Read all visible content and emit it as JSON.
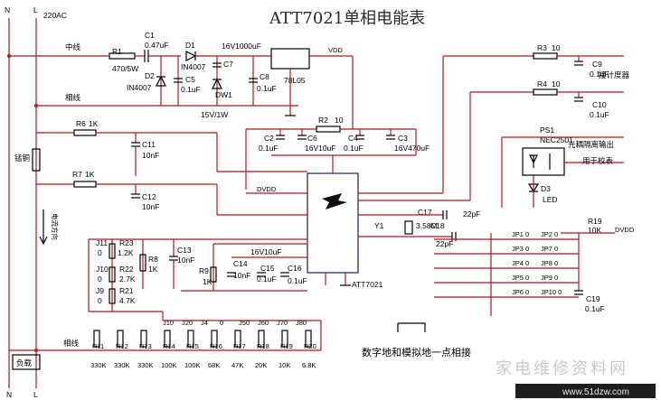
{
  "title": "ATT7021单相电能表",
  "mains": {
    "n_top": "N",
    "l_top": "L",
    "voltage": "220AC",
    "n_bot": "N",
    "l_bot": "L"
  },
  "labels": {
    "neutral": "中线",
    "phase": "相线",
    "phase2": "相线",
    "manganin": "锰铜",
    "load": "负载",
    "direction_hint": "电流方向",
    "meter_conn": "接计度器",
    "opto_out": "光耦隔离输出",
    "for_verify": "用于校表",
    "ground_note": "数字地和模拟地一点相接",
    "vdd": "VDD",
    "dvdd": "DVDD",
    "dvdd2": "DVDD",
    "watermark": "家电维修资料网",
    "watermark_url": "www.51dzw.com"
  },
  "components": {
    "r1": [
      "R1",
      "470/5W"
    ],
    "c1": [
      "C1",
      "0.47uF"
    ],
    "d1": [
      "D1",
      "IN4007"
    ],
    "d2": [
      "D2",
      "IN4007"
    ],
    "c5": [
      "C5",
      "0.1uF"
    ],
    "c7": [
      "C7",
      ""
    ],
    "dw1": [
      "DW1",
      "15V/1W"
    ],
    "c8": [
      "C8",
      "0.1uF"
    ],
    "cap16v": [
      "16V1000uF",
      ""
    ],
    "reg": [
      "78L05",
      ""
    ],
    "r6": [
      "R6",
      "1K"
    ],
    "c11": [
      "C11",
      "10nF"
    ],
    "r7": [
      "R7",
      "1K"
    ],
    "c12": [
      "C12",
      "10nF"
    ],
    "r2": [
      "R2",
      "10"
    ],
    "c2": [
      "C2",
      "0.1uF"
    ],
    "c6": [
      "C6",
      "16V10uF"
    ],
    "c4": [
      "C4",
      "0.1uF"
    ],
    "c3": [
      "C3",
      "16V470uF"
    ],
    "r3": [
      "R3",
      "10"
    ],
    "r4": [
      "R4",
      "10"
    ],
    "c9": [
      "C9",
      "0.1uF"
    ],
    "c10": [
      "C10",
      "0.1uF"
    ],
    "ps1": [
      "PS1",
      "NEC2501"
    ],
    "d3": [
      "D3",
      "LED"
    ],
    "c17": [
      "C17",
      "22pF"
    ],
    "c18": [
      "C18",
      "22pF"
    ],
    "y1": [
      "Y1",
      "3.58M"
    ],
    "r19": [
      "R19",
      "10K"
    ],
    "c19": [
      "C19",
      "0.1uF"
    ],
    "j11": [
      "J11",
      "0"
    ],
    "j10": [
      "J10",
      "0"
    ],
    "j9": [
      "J9",
      "0"
    ],
    "r23": [
      "R23",
      "1.2K"
    ],
    "r22": [
      "R22",
      "2.7K"
    ],
    "r21": [
      "R21",
      "4.7K"
    ],
    "r8": [
      "R8",
      "1K"
    ],
    "c13": [
      "C13",
      "10nF"
    ],
    "r9": [
      "R9",
      "1K"
    ],
    "c14": [
      "C14",
      "10nF"
    ],
    "c15": [
      "C15",
      "0.1uF"
    ],
    "c16": [
      "C16",
      "0.1uF"
    ],
    "cap16v10": [
      "16V10uF",
      ""
    ],
    "ic": [
      "ATT7021",
      ""
    ]
  },
  "jumpers": [
    [
      "JP1",
      "0",
      "JP2",
      "0"
    ],
    [
      "JP3",
      "0",
      "JP7",
      "0"
    ],
    [
      "JP4",
      "0",
      "JP8",
      "0"
    ],
    [
      "JP5",
      "0",
      "JP9",
      "0"
    ],
    [
      "JP6",
      "0",
      "JP10",
      "0"
    ]
  ],
  "divider": {
    "jumpers": [
      "J10",
      "J20",
      "J4",
      "0",
      "J50",
      "J60",
      "J70",
      "J80"
    ],
    "resistors": [
      "R11",
      "R12",
      "R13",
      "R14",
      "R15",
      "R16",
      "R17",
      "R18",
      "R19",
      "R20"
    ],
    "values": [
      "330K",
      "330K",
      "330K",
      "100K",
      "100K",
      "68K",
      "47K",
      "20K",
      "10K",
      "6.8K"
    ]
  }
}
